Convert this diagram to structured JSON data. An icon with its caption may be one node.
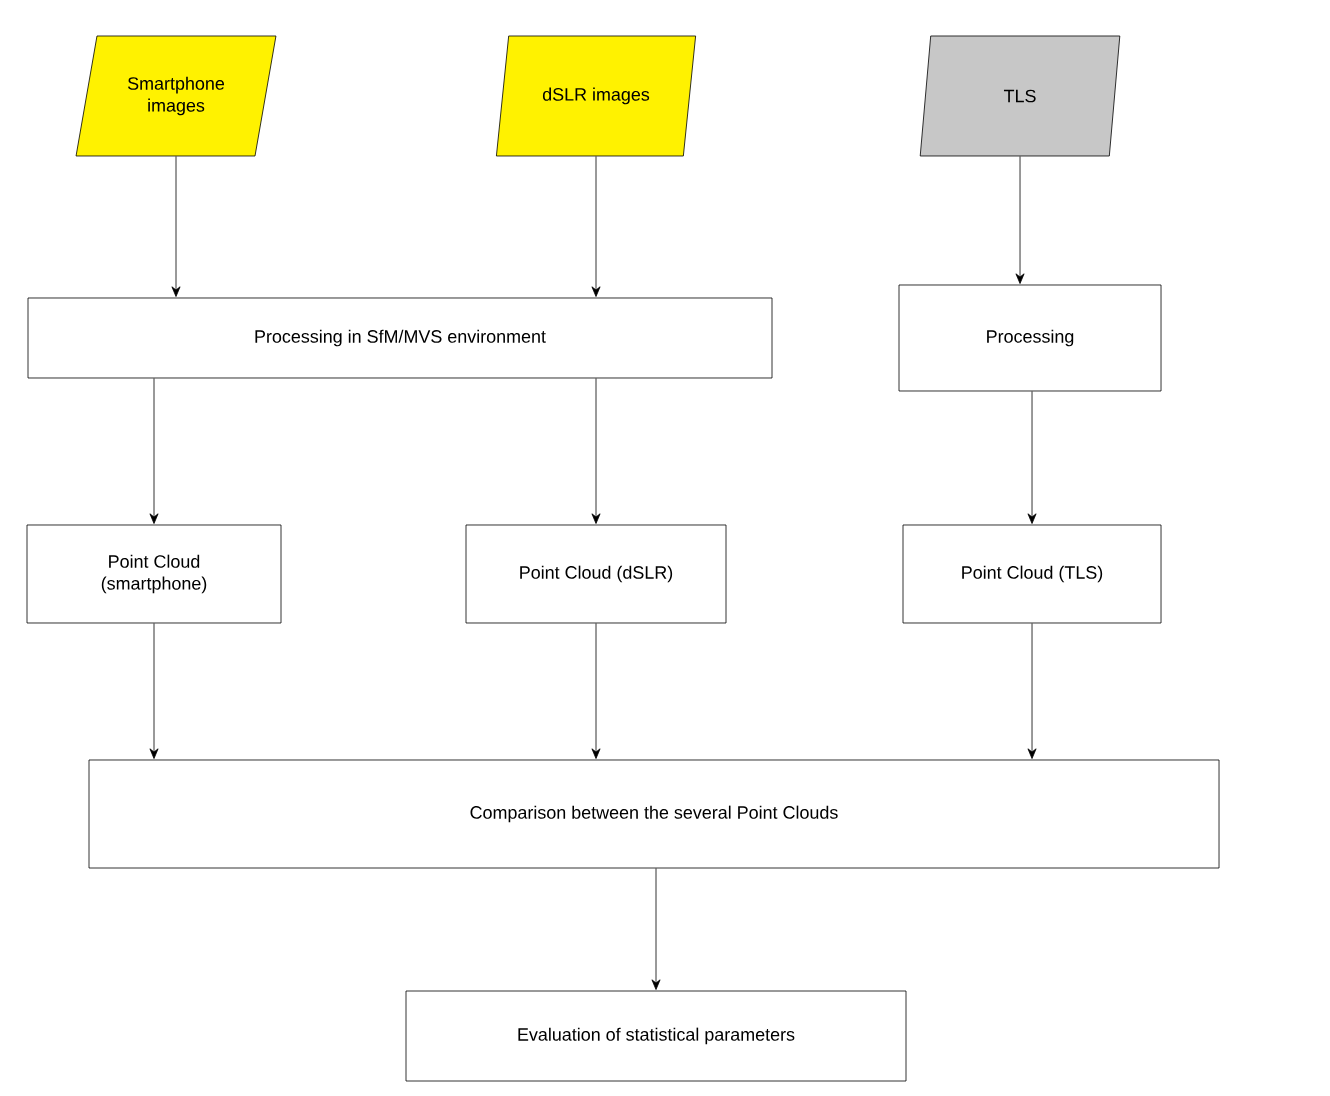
{
  "diagram": {
    "nodes": [
      {
        "text": [
          "Smartphone images"
        ]
      },
      {
        "text": [
          "dSLR images"
        ]
      },
      {
        "text": [
          "TLS"
        ]
      },
      {
        "text": [
          "Processing in SfM/MVS environment"
        ]
      },
      {
        "text": [
          "Processing"
        ]
      },
      {
        "text": [
          "Point Cloud (smartphone)"
        ]
      },
      {
        "text": [
          "Point Cloud (dSLR)"
        ]
      },
      {
        "text": [
          "Point Cloud (TLS)"
        ]
      },
      {
        "text": [
          "Comparison between the several Point Clouds"
        ]
      },
      {
        "text": [
          "Evaluation of statistical parameters"
        ]
      }
    ],
    "edges": [
      {
        "from": 0,
        "to": 3,
        "arrow": "to"
      },
      {
        "from": 1,
        "to": 3,
        "arrow": "to"
      },
      {
        "from": 2,
        "to": 4,
        "arrow": "to"
      },
      {
        "from": 3,
        "to": 5,
        "arrow": "to"
      },
      {
        "from": 3,
        "to": 6,
        "arrow": "to"
      },
      {
        "from": 4,
        "to": 7,
        "arrow": "to"
      },
      {
        "from": 5,
        "to": 8,
        "arrow": "to"
      },
      {
        "from": 6,
        "to": 8,
        "arrow": "to"
      },
      {
        "from": 7,
        "to": 8,
        "arrow": "to"
      },
      {
        "from": 8,
        "to": 9,
        "arrow": "to"
      }
    ]
  }
}
